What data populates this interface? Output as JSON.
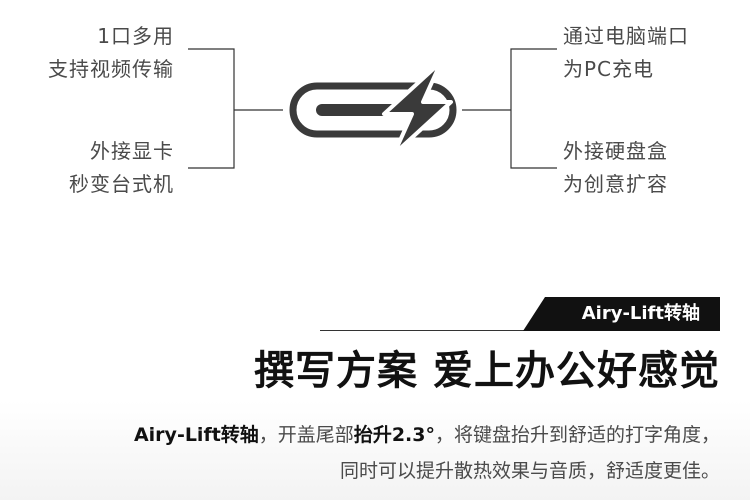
{
  "features": {
    "top_left": [
      "1口多用",
      "支持视频传输"
    ],
    "bottom_left": [
      "外接显卡",
      "秒变台式机"
    ],
    "top_right": [
      "通过电脑端口",
      "为PC充电"
    ],
    "bottom_right": [
      "外接硬盘盒",
      "为创意扩容"
    ]
  },
  "center_icon": "usb-c-lightning-icon",
  "badge": {
    "text": "Airy-Lift转轴"
  },
  "headline": "撰写方案 爱上办公好感觉",
  "description": {
    "line1": {
      "bold1": "Airy-Lift转轴",
      "text1": "，开盖尾部",
      "bold2": "抬升2.3°",
      "text2": "，将键盘抬升到舒适的打字角度，"
    },
    "line2": "同时可以提升散热效果与音质，舒适度更佳。"
  },
  "colors": {
    "text": "#4a4a4a",
    "dark": "#111111",
    "line": "#333333",
    "icon": "#3a3a3a"
  }
}
